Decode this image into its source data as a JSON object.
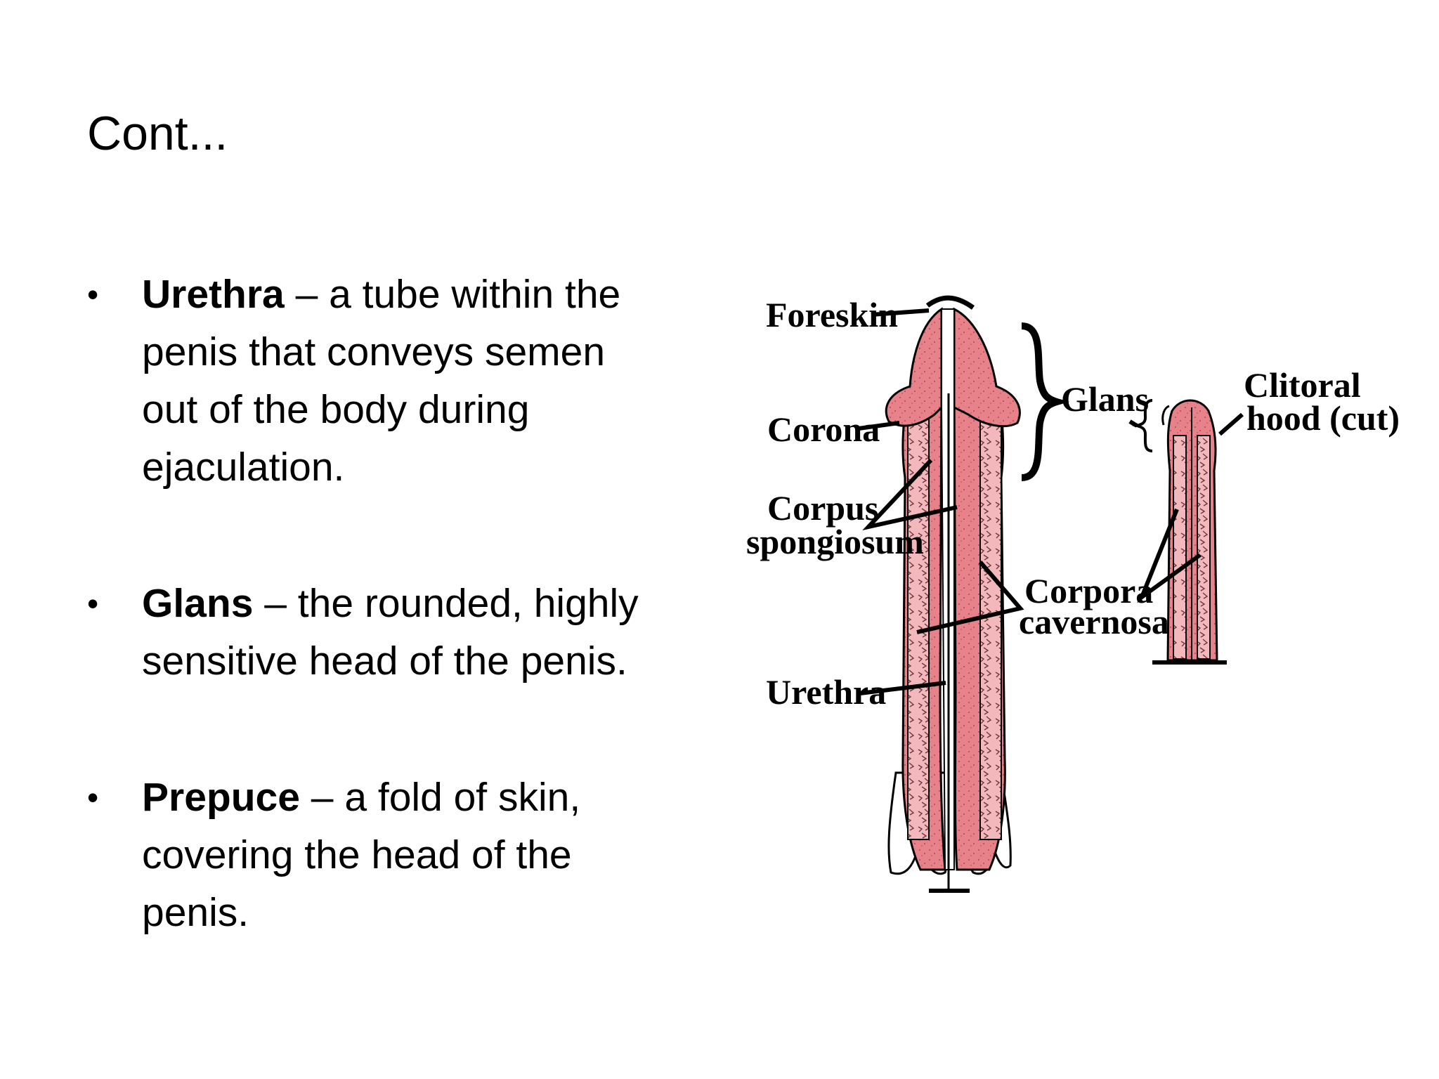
{
  "slide": {
    "title": "Cont..."
  },
  "bullets": [
    {
      "term": "Urethra",
      "lines": [
        " – a tube within the",
        "penis that conveys semen",
        "out of the body during",
        "ejaculation."
      ]
    },
    {
      "term": "Glans",
      "lines": [
        " – the rounded, highly",
        "sensitive head of the penis."
      ]
    },
    {
      "term": "Prepuce",
      "lines": [
        " – a fold of skin,",
        "covering the head of the",
        "penis."
      ]
    }
  ],
  "diagram": {
    "labels": {
      "foreskin": "Foreskin",
      "corona": "Corona",
      "corpus_line1": "Corpus",
      "corpus_line2": "spongiosum",
      "urethra": "Urethra",
      "glans": "Glans",
      "corpora_line1": "Corpora",
      "corpora_line2": "cavernosa",
      "clitoral_line1": "Clitoral",
      "clitoral_line2": "hood (cut)"
    },
    "colors": {
      "tissue": "#e8828a",
      "tissue_light": "#f3b8bc",
      "outline": "#000000"
    }
  }
}
